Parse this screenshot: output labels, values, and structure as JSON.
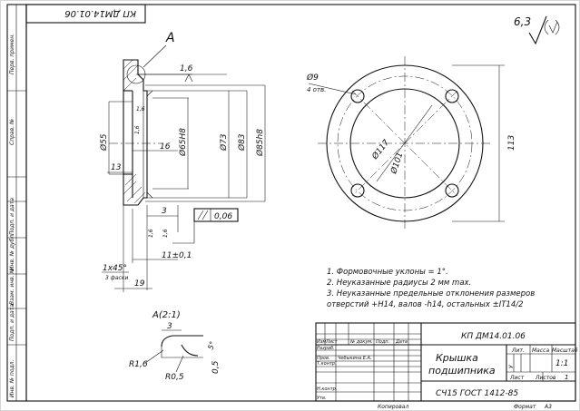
{
  "drawing": {
    "doc_code_rotated": "КП ДМ14.01.06",
    "doc_code": "КП ДМ14.01.06",
    "title_line1": "Крышка",
    "title_line2": "подшипника",
    "material": "СЧ15 ГОСТ 1412-85",
    "copied_label": "Копировал",
    "format_label": "Формат",
    "format_value": "A3",
    "scale_value": "1:1",
    "sheet_label": "Лист",
    "sheets_label": "Листов",
    "sheets_value": "1",
    "lit_label": "Лит.",
    "mass_label": "Масса",
    "scale_label": "Масштаб",
    "change_label": "Изм",
    "sheet_short": "Лист",
    "doc_no_label": "№ докум.",
    "sign_label": "Подп.",
    "date_label": "Дата",
    "developed_label": "Разраб.",
    "checked_label": "Пров.",
    "checker_name": "Чебыкина Е.А.",
    "tcontrol_label": "Т.контр.",
    "ncontrol_label": "Н.контр.",
    "approved_label": "Утв.",
    "lit_value": "У"
  },
  "side_stamp": {
    "perv_primen": "Перв. примен.",
    "sprav_no": "Справ. №",
    "podp_data_1": "Подп. и дата",
    "inv_dubl": "Инв. № дубл.",
    "vzam_inv": "Взам. инв. №",
    "podp_data_2": "Подп. и дата",
    "inv_podl": "Инв. № подл."
  },
  "roughness": {
    "value": "6,3"
  },
  "section_view": {
    "label": "A",
    "dims": {
      "d55": "Ø55",
      "d65": "Ø65H8",
      "d73": "Ø73",
      "d83": "Ø83",
      "d85": "Ø85h8",
      "r16": "16",
      "r13": "13",
      "c1_6": "1,6",
      "rough_small": "1,6",
      "w3": "3",
      "w11": "11±0,1",
      "w19": "19",
      "chamfer": "1x45°",
      "chamfer_note": "3 фаски",
      "tol": "0,06"
    }
  },
  "front_view": {
    "holes": "Ø9",
    "holes_count": "4 отв.",
    "d117": "Ø117",
    "d101": "Ø101",
    "h113": "113"
  },
  "detail_view": {
    "label": "A(2:1)",
    "w3": "3",
    "r16": "R1,6",
    "r05": "R0,5",
    "h05": "0,5",
    "ang": "5°"
  },
  "notes": [
    "1. Формовочные уклоны = 1°.",
    "2. Неуказанные радиусы 2 мм max.",
    "3. Неуказанные предельные отклонения размеров",
    "отверстий +H14, валов -h14, остальных ±IT14/2"
  ]
}
